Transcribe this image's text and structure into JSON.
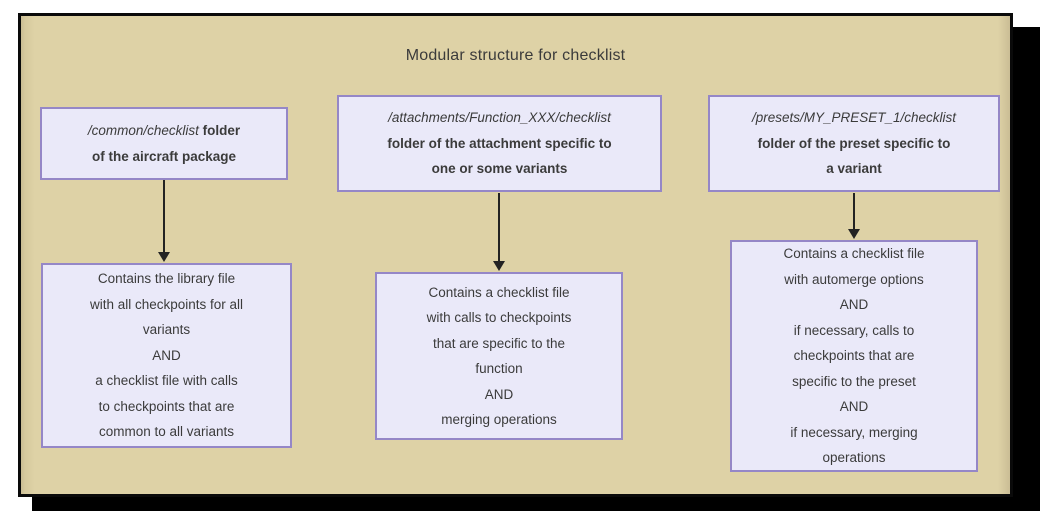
{
  "title": "Modular structure for checklist",
  "colors": {
    "page_background": "#ffffff",
    "slide_background": "#ded2a6",
    "slide_border": "#0a0a0a",
    "slide_shadow": "#000000",
    "box_fill": "#eae9f9",
    "box_border": "#9587c7",
    "text": "#3b3b3b",
    "arrow": "#232323"
  },
  "columns": [
    {
      "id": "common",
      "top_box": {
        "path": "/common/checklist",
        "path_suffix": " folder",
        "text": "of the aircraft package"
      },
      "bottom_box": {
        "text": "Contains the library file\nwith all checkpoints for all\nvariants\nAND\na checklist file with calls\nto checkpoints that are\ncommon to all variants"
      }
    },
    {
      "id": "attachments",
      "top_box": {
        "path": "/attachments/Function_XXX/checklist",
        "path_suffix": "",
        "text": "folder of the attachment specific to\none or some variants"
      },
      "bottom_box": {
        "text": "Contains a checklist file\nwith calls to checkpoints\nthat are specific to the\nfunction\nAND\nmerging operations"
      }
    },
    {
      "id": "presets",
      "top_box": {
        "path": "/presets/MY_PRESET_1/checklist",
        "path_suffix": "",
        "text": "folder of the preset specific to\na variant"
      },
      "bottom_box": {
        "text": "Contains a checklist file\nwith automerge options\nAND\nif necessary, calls to\ncheckpoints that are\nspecific to the preset\nAND\nif necessary, merging\noperations"
      }
    }
  ]
}
